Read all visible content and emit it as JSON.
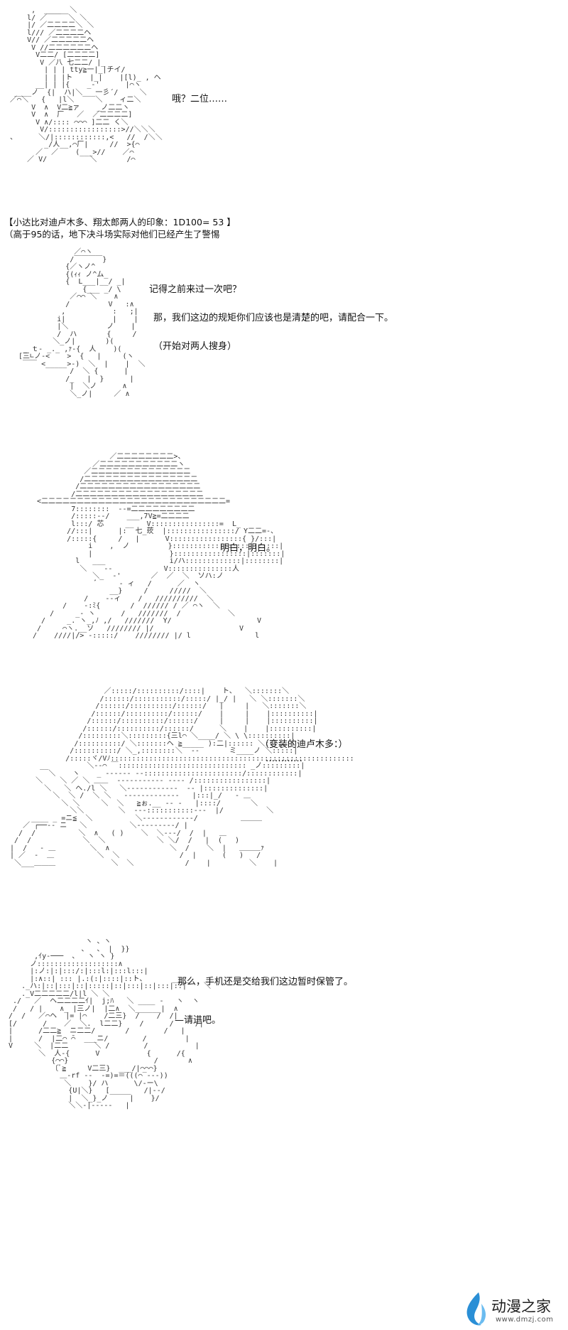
{
  "panels": [
    {
      "lines": [
        "哦？二位……"
      ],
      "notes": [
        "【小达比对迪卢木多、翔太郎两人的印象：1D100= 53 】",
        "（高于95的话，地下决斗场实际对他们已经产生了警惕"
      ]
    },
    {
      "lines": [
        "记得之前来过一次吧？",
        "那，我们这边的规矩你们应该也是清楚的吧，请配合一下。",
        "（开始对两人搜身）"
      ]
    },
    {
      "lines": [
        "明白，明白。"
      ]
    },
    {
      "lines": [
        "（变装的迪卢木多：）",
        "…………"
      ]
    },
    {
      "lines": [
        "那么，手机还是交给我们这边暂时保管了。",
        "—请进吧。"
      ]
    }
  ],
  "watermark": {
    "name": "动漫之家",
    "url": "www.dmzj.com"
  },
  "colors": {
    "text": "#111111",
    "art": "#333333",
    "logo_accent": "#2a8fd6"
  }
}
